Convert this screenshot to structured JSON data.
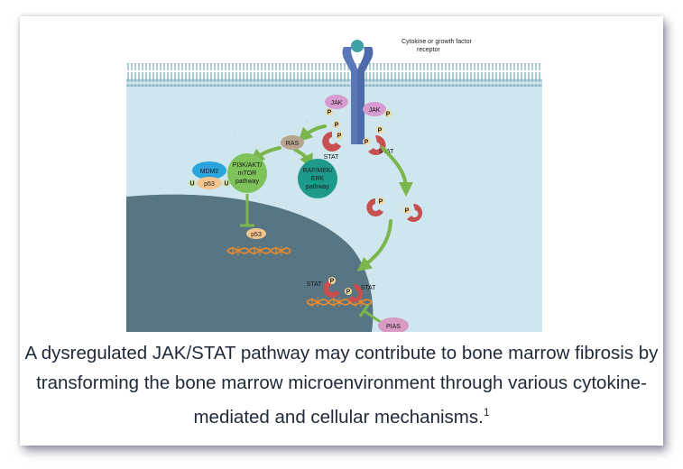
{
  "diagram": {
    "receptor_label_line1": "Cytokine or growth factor",
    "receptor_label_line2": "receptor",
    "jak_left": "JAK",
    "jak_right": "JAK",
    "stat_left": "STAT",
    "stat_right": "STAT",
    "ras": "RAS",
    "pi3k_line1": "PI3K/AKT/",
    "pi3k_line2": "mTOR",
    "pi3k_line3": "pathway",
    "raf_line1": "RAF/MEK/",
    "raf_line2": "ERK",
    "raf_line3": "pathway",
    "mdm2": "MDM2",
    "p53_complex": "p53",
    "ub_left": "U",
    "ub_right": "U",
    "p53_nucleus": "p53",
    "stat_nucleus_left": "STAT",
    "stat_nucleus_right": "STAT",
    "pias": "PIAS",
    "phospho": "P"
  },
  "caption": {
    "text": "A dysregulated JAK/STAT pathway may contribute to bone marrow fibrosis by transforming the bone marrow microenvironment through various cytokine-mediated and cellular mechanisms.",
    "superscript": "1"
  },
  "colors": {
    "cytoplasm": "#cfe6ef",
    "nucleus": "#587583",
    "membrane": "#8fb9c9",
    "receptor": "#5a78b8",
    "jak": "#d79bd0",
    "stat": "#c74f4f",
    "phospho": "#f3d79a",
    "arrow": "#7ab64c",
    "ras": "#b7a48f",
    "pi3k": "#7ec35a",
    "raf": "#1d9a8a",
    "mdm2": "#2aa6dd",
    "dna": "#f08a2a",
    "pias": "#d79bc4"
  }
}
